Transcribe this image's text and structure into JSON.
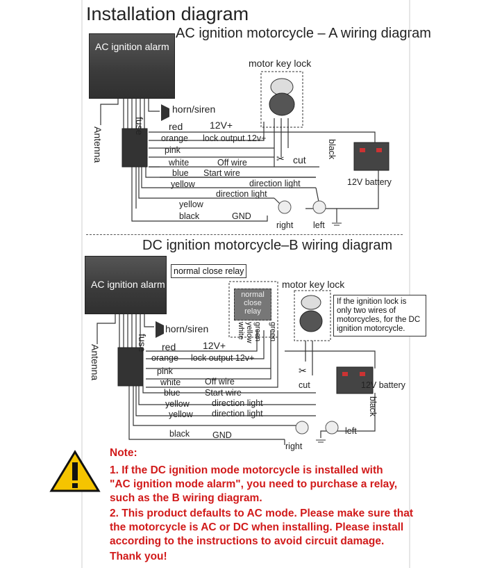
{
  "title": "Installation diagram",
  "diagram_a": {
    "title": "AC ignition motorcycle – A wiring diagram",
    "alarm_label": "AC ignition alarm",
    "fuse": "fuse",
    "antenna": "Antenna",
    "horn": "horn/siren",
    "key_lock": "motor key lock",
    "wires": {
      "red": "red",
      "red_desc": "12V+",
      "orange": "orange",
      "orange_desc": "lock output 12v+",
      "pink": "pink",
      "white": "white",
      "white_desc": "Off wire",
      "blue": "blue",
      "blue_desc": "Start wire",
      "yellow1": "yellow",
      "yellow1_desc": "direction light",
      "yellow2_desc": "direction light",
      "yellow2": "yellow",
      "black": "black",
      "black_desc": "GND"
    },
    "cut": "cut",
    "black_vertical": "black",
    "battery": "12V battery",
    "right": "right",
    "left": "left"
  },
  "diagram_b": {
    "title": "DC ignition motorcycle–B wiring diagram",
    "alarm_label": "AC ignition alarm",
    "fuse": "fuse",
    "antenna": "Antenna",
    "horn": "horn/siren",
    "relay_label": "normal close relay",
    "relay_inner": [
      "normal",
      "close",
      "relay"
    ],
    "relay_wires": [
      "white",
      "yellow",
      "green",
      "green"
    ],
    "key_lock": "motor key lock",
    "info_note": "If the ignition lock is only two wires of motorcycles, for the DC ignition motorcycle.",
    "wires": {
      "red": "red",
      "red_desc": "12V+",
      "orange": "orange",
      "orange_desc": "lock output 12v+",
      "pink": "pink",
      "white": "white",
      "white_desc": "Off wire",
      "blue": "blue",
      "blue_desc": "Start wire",
      "yellow1": "yellow",
      "yellow1_desc": "direction light",
      "yellow2": "yellow",
      "yellow2_desc": "direction light",
      "black": "black",
      "black_desc": "GND"
    },
    "cut": "cut",
    "battery": "12V battery",
    "black_vertical": "black",
    "right": "right",
    "left": "left"
  },
  "note": {
    "heading": "Note:",
    "lines": [
      "1. If the DC ignition mode motorcycle is installed with",
      "\"AC ignition mode alarm\", you need to purchase a relay,",
      "such as the B wiring diagram.",
      "2. This product defaults to AC mode. Please make sure that",
      " the motorcycle is AC or DC when installing. Please install",
      "according to the instructions to avoid circuit damage.",
      "Thank you!"
    ]
  },
  "colors": {
    "note_red": "#d11a1a",
    "warning_yellow": "#f5c400"
  }
}
